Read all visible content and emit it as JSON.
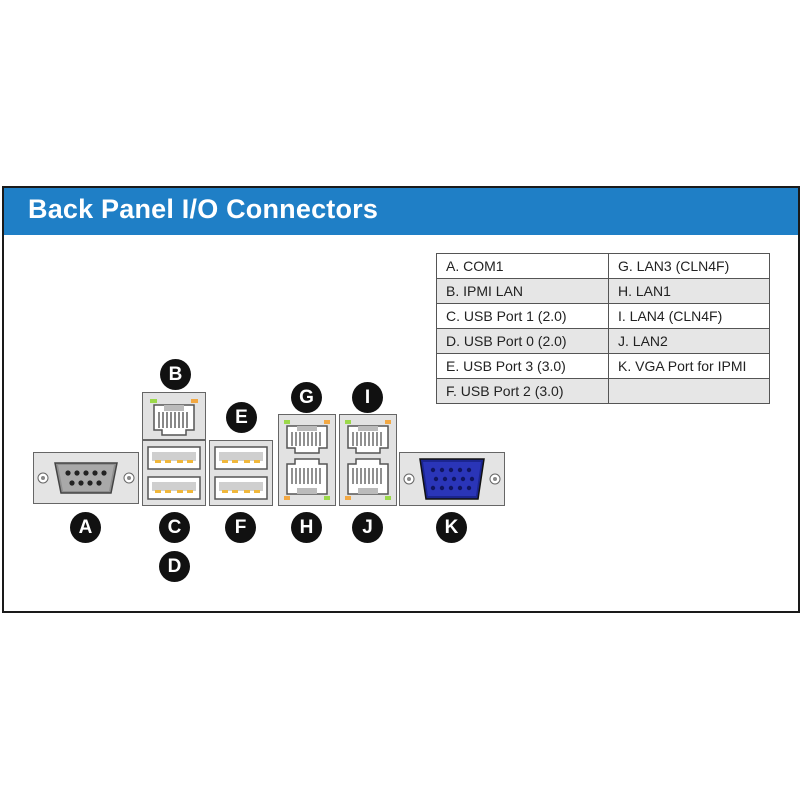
{
  "title": "Back Panel I/O Connectors",
  "colors": {
    "title_bar": "#1f7fc6",
    "row_shade": "#e6e6e6",
    "vga_blue": "#2a35b8",
    "led_green": "#9bd84a",
    "led_orange": "#f2a843"
  },
  "legend": {
    "rows": [
      [
        "A. COM1",
        "G. LAN3 (CLN4F)"
      ],
      [
        "B. IPMI LAN",
        "H. LAN1"
      ],
      [
        "C. USB Port 1 (2.0)",
        "I. LAN4 (CLN4F)"
      ],
      [
        "D. USB Port 0 (2.0)",
        "J. LAN2"
      ],
      [
        "E. USB Port 3 (3.0)",
        "K. VGA Port for IPMI"
      ],
      [
        "F. USB Port 2 (3.0)",
        ""
      ]
    ]
  },
  "labels": {
    "A": "A",
    "B": "B",
    "C": "C",
    "D": "D",
    "E": "E",
    "F": "F",
    "G": "G",
    "H": "H",
    "I": "I",
    "J": "J",
    "K": "K"
  },
  "icons": [
    "com-port-icon",
    "rj45-port-icon",
    "usb-port-icon",
    "vga-port-icon"
  ]
}
